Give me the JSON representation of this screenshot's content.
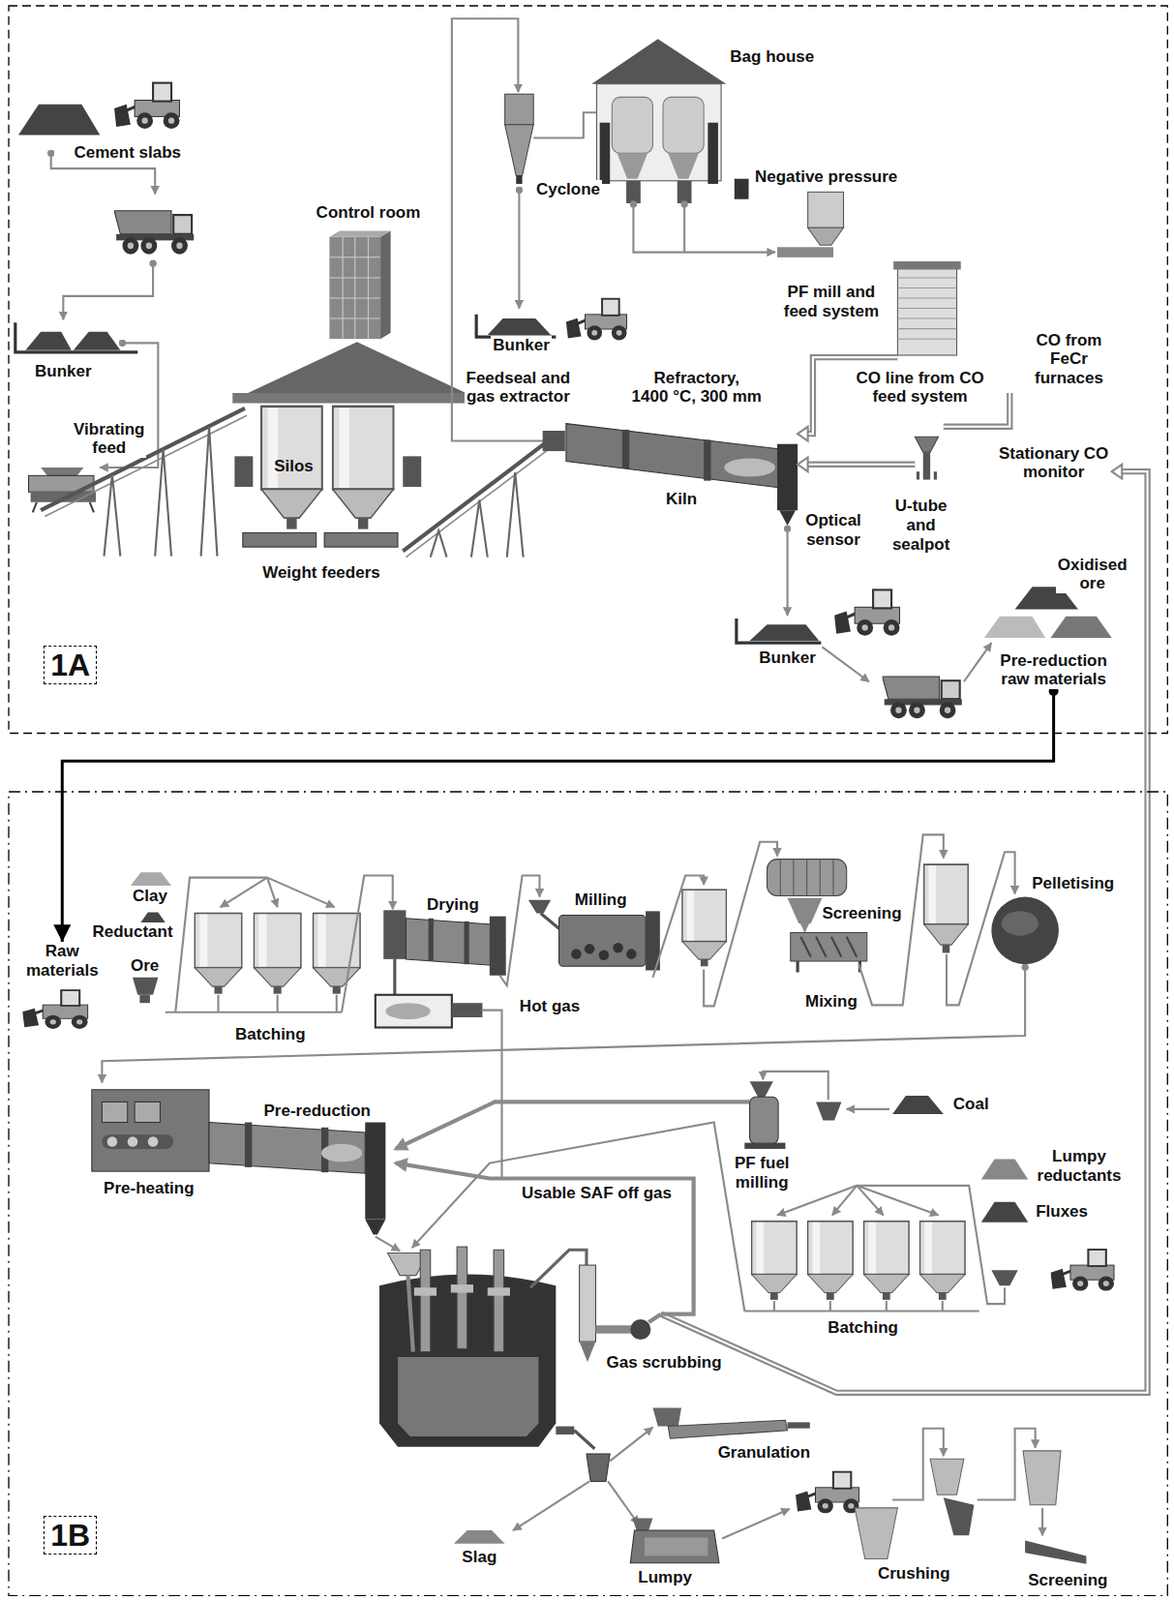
{
  "diagram": {
    "nodes": [
      {
        "text": [
          "1A"
        ]
      },
      {
        "text": [
          "Pre-reduction raw materials"
        ],
        "in": 0
      },
      {
        "text": [
          "1B"
        ]
      },
      {
        "text": [
          "Raw materials"
        ],
        "in": 2
      }
    ],
    "edges": [
      {
        "from": 1,
        "to": 3,
        "arrow": "to"
      }
    ],
    "labels": [
      "Cement slabs",
      "Control room",
      "Bag house",
      "Cyclone",
      "Negative pressure",
      "Bunker",
      "PF mill and feed system",
      "CO from FeCr furnaces",
      "Bunker",
      "Feedseal and gas extractor",
      "Refractory, 1400 °C, 300 mm",
      "CO line from CO feed system",
      "Vibrating feed",
      "Silos",
      "Stationary CO monitor",
      "Kiln",
      "U-tube and sealpot",
      "Optical sensor",
      "Weight feeders",
      "Oxidised ore",
      "Bunker",
      "Clay",
      "Reductant",
      "Ore",
      "Drying",
      "Milling",
      "Screening",
      "Pelletising",
      "Hot gas",
      "Mixing",
      "Batching",
      "Pre-reduction",
      "Coal",
      "PF fuel milling",
      "Lumpy reductants",
      "Pre-heating",
      "Usable SAF off gas",
      "Fluxes",
      "Batching",
      "Gas scrubbing",
      "Granulation",
      "Slag",
      "Lumpy",
      "Crushing",
      "Screening"
    ]
  }
}
